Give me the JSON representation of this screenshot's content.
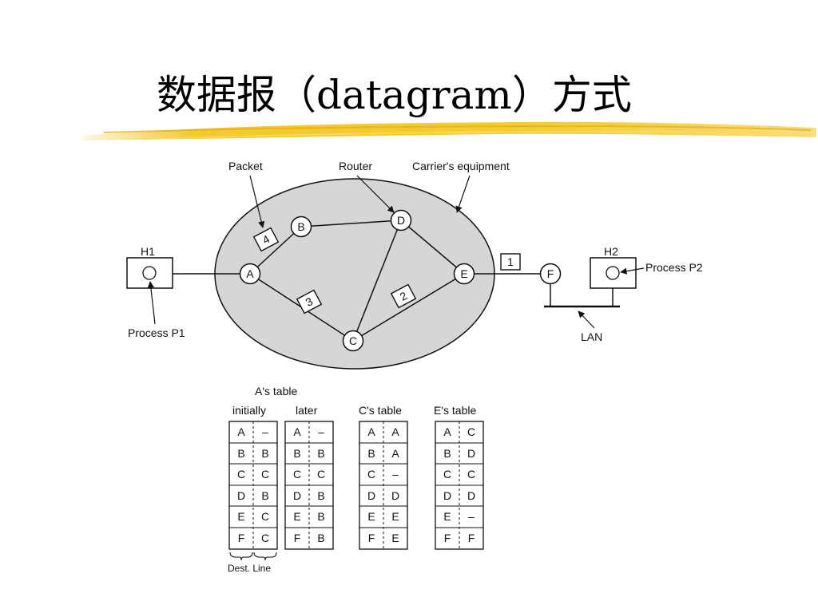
{
  "title": "数据报（datagram）方式",
  "labels": {
    "packet": "Packet",
    "router": "Router",
    "carrier": "Carrier's equipment",
    "process_p1": "Process P1",
    "process_p2": "Process P2",
    "lan": "LAN",
    "dest_line": "Dest. Line"
  },
  "hosts": [
    {
      "name": "H1"
    },
    {
      "name": "H2"
    }
  ],
  "nodes": [
    "A",
    "B",
    "C",
    "D",
    "E",
    "F"
  ],
  "packets": [
    "1",
    "2",
    "3",
    "4"
  ],
  "tables": {
    "a_caption": "A's table",
    "list": [
      {
        "heading": "initially",
        "rows": [
          [
            "A",
            "–"
          ],
          [
            "B",
            "B"
          ],
          [
            "C",
            "C"
          ],
          [
            "D",
            "B"
          ],
          [
            "E",
            "C"
          ],
          [
            "F",
            "C"
          ]
        ]
      },
      {
        "heading": "later",
        "rows": [
          [
            "A",
            "–"
          ],
          [
            "B",
            "B"
          ],
          [
            "C",
            "C"
          ],
          [
            "D",
            "B"
          ],
          [
            "E",
            "B"
          ],
          [
            "F",
            "B"
          ]
        ]
      },
      {
        "heading": "C's table",
        "rows": [
          [
            "A",
            "A"
          ],
          [
            "B",
            "A"
          ],
          [
            "C",
            "–"
          ],
          [
            "D",
            "D"
          ],
          [
            "E",
            "E"
          ],
          [
            "F",
            "E"
          ]
        ]
      },
      {
        "heading": "E's table",
        "rows": [
          [
            "A",
            "C"
          ],
          [
            "B",
            "D"
          ],
          [
            "C",
            "C"
          ],
          [
            "D",
            "D"
          ],
          [
            "E",
            "–"
          ],
          [
            "F",
            "F"
          ]
        ]
      }
    ]
  },
  "colors": {
    "cloud": "#d6d6d6",
    "stroke": "#111111",
    "highlight": "#f2c21b"
  }
}
